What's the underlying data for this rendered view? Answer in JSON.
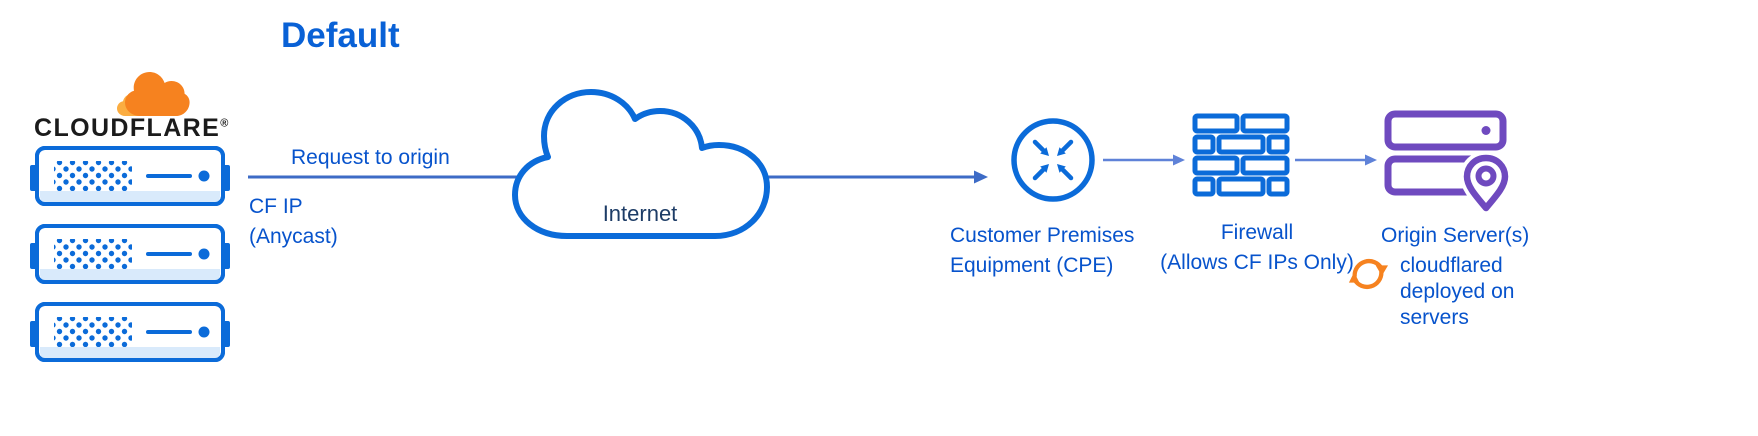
{
  "title": "Default",
  "logo": {
    "text": "CLOUDFLARE",
    "mark": "®"
  },
  "flow": {
    "request_label": "Request to origin",
    "cf_ip": [
      "CF IP",
      "(Anycast)"
    ]
  },
  "internet": {
    "label": "Internet"
  },
  "nodes": {
    "cpe": {
      "label": [
        "Customer Premises",
        "Equipment (CPE)"
      ]
    },
    "firewall": {
      "label": [
        "Firewall",
        "(Allows CF IPs Only)"
      ]
    },
    "origin": {
      "label": "Origin Server(s)"
    },
    "cloudflared": {
      "label": [
        "cloudflared",
        "deployed on",
        "servers"
      ]
    }
  },
  "colors": {
    "blue": "#0B6BD9",
    "text_blue": "#0753CC",
    "title_blue": "#0961D6",
    "navy": "#1D3C66",
    "arrow_blue": "#3D6BC6",
    "arrow_light": "#5F82D8",
    "orange": "#F6821F",
    "orange_light": "#FBAD41",
    "purple": "#6F4ABF",
    "server_fill_light": "#D9EAFB",
    "logo_black": "#1B1B1B"
  }
}
